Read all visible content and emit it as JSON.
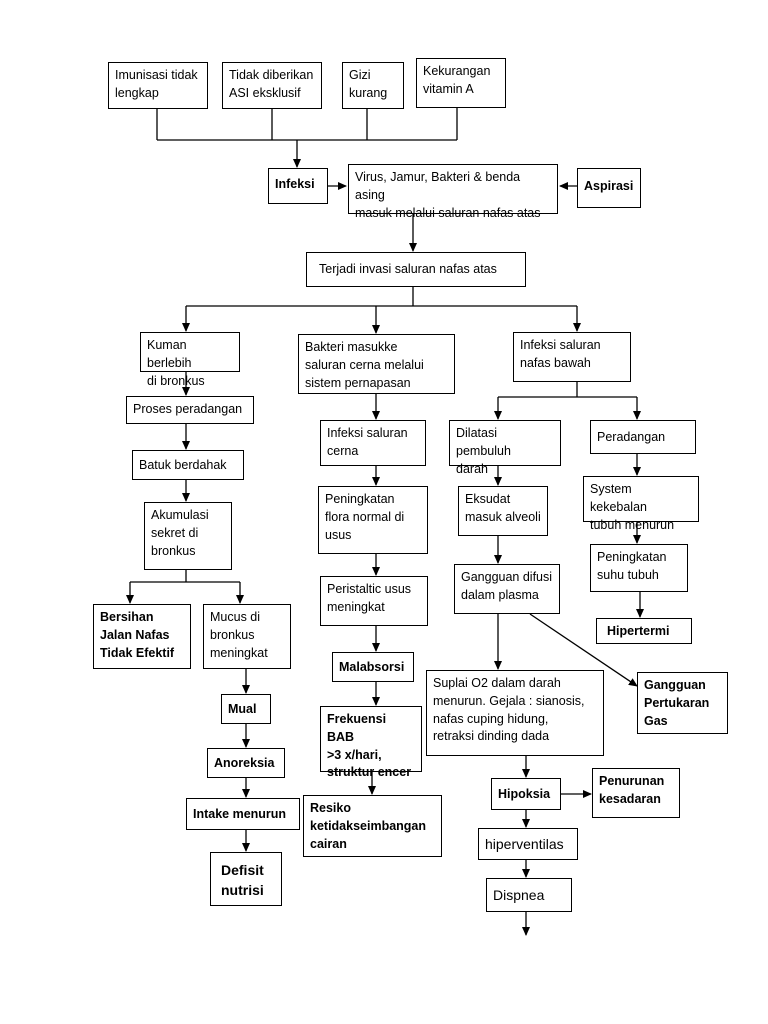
{
  "nodes": {
    "n1": "Imunisasi tidak\nlengkap",
    "n2": "Tidak diberikan\nASI eksklusif",
    "n3": "Gizi\nkurang",
    "n4": "Kekurangan\nvitamin A",
    "n5": "Infeksi",
    "n6": "Virus, Jamur, Bakteri & benda asing\nmasuk melalui saluran nafas atas",
    "n7": "Aspirasi",
    "n8": "Terjadi invasi saluran nafas atas",
    "n9": "Kuman berlebih\ndi bronkus",
    "n10": "Bakteri masukke\nsaluran cerna melalui\nsistem pernapasan",
    "n11": "Infeksi saluran\nnafas bawah",
    "n12": "Proses peradangan",
    "n13": "Batuk berdahak",
    "n14": "Akumulasi\nsekret di\nbronkus",
    "n15": "Bersihan\nJalan Nafas\nTidak Efektif",
    "n16": "Mucus di\nbronkus\nmeningkat",
    "n17": "Mual",
    "n18": "Anoreksia",
    "n19": "Intake menurun",
    "n20": "Defisit\nnutrisi",
    "n21": "Infeksi saluran\ncerna",
    "n22": "Peningkatan\nflora normal di\nusus",
    "n23": "Peristaltic usus\nmeningkat",
    "n24": "Malabsorsi",
    "n25": "Frekuensi BAB\n>3 x/hari,\nstruktur encer",
    "n26": "Resiko\nketidakseimbangan\ncairan",
    "n27": "Dilatasi pembuluh\ndarah",
    "n28": "Eksudat\nmasuk alveoli",
    "n29": "Gangguan difusi\ndalam plasma",
    "n30": "Suplai O2 dalam darah\nmenurun. Gejala : sianosis,\nnafas cuping hidung,\nretraksi dinding dada",
    "n31": "Gangguan\nPertukaran\nGas",
    "n32": "Hipoksia",
    "n33": "Penurunan\nkesadaran",
    "n34": "hiperventilas",
    "n35": "Dispnea",
    "n36": "Peradangan",
    "n37": "System kekebalan\ntubuh menurun",
    "n38": "Peningkatan\nsuhu tubuh",
    "n39": "Hipertermi"
  }
}
